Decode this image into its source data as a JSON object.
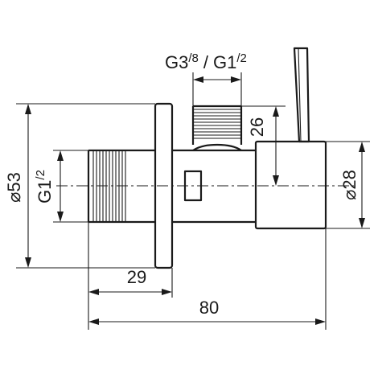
{
  "dimensions": {
    "overall_length": "80",
    "flange_offset": "29",
    "outlet_height": "26",
    "flange_diameter": "53",
    "body_diameter": "28",
    "inlet_thread_base": "G1",
    "inlet_thread_frac": "/2",
    "outlet_thread_a_base": "G3",
    "outlet_thread_a_frac": "/8",
    "outlet_thread_sep": "/",
    "outlet_thread_b_base": "G1",
    "outlet_thread_b_frac": "/2",
    "diameter_symbol": "⌀"
  }
}
